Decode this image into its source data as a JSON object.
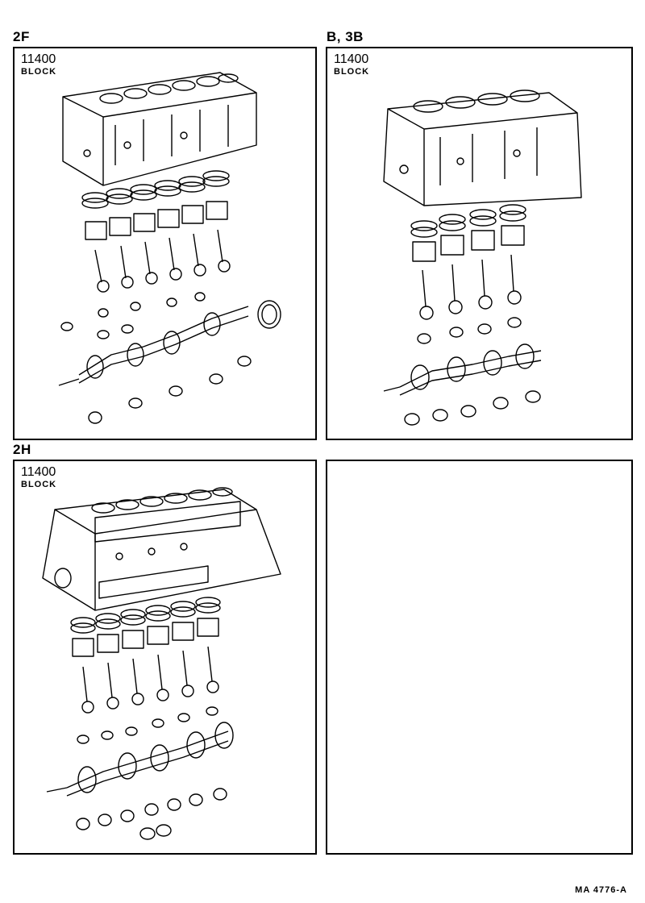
{
  "panels": [
    {
      "engine": "2F",
      "part_number": "11400",
      "part_name": "BLOCK"
    },
    {
      "engine": "B, 3B",
      "part_number": "11400",
      "part_name": "BLOCK"
    },
    {
      "engine": "2H",
      "part_number": "11400",
      "part_name": "BLOCK"
    },
    {
      "engine": "",
      "part_number": "",
      "part_name": ""
    }
  ],
  "figure_code": "MA 4776-A"
}
